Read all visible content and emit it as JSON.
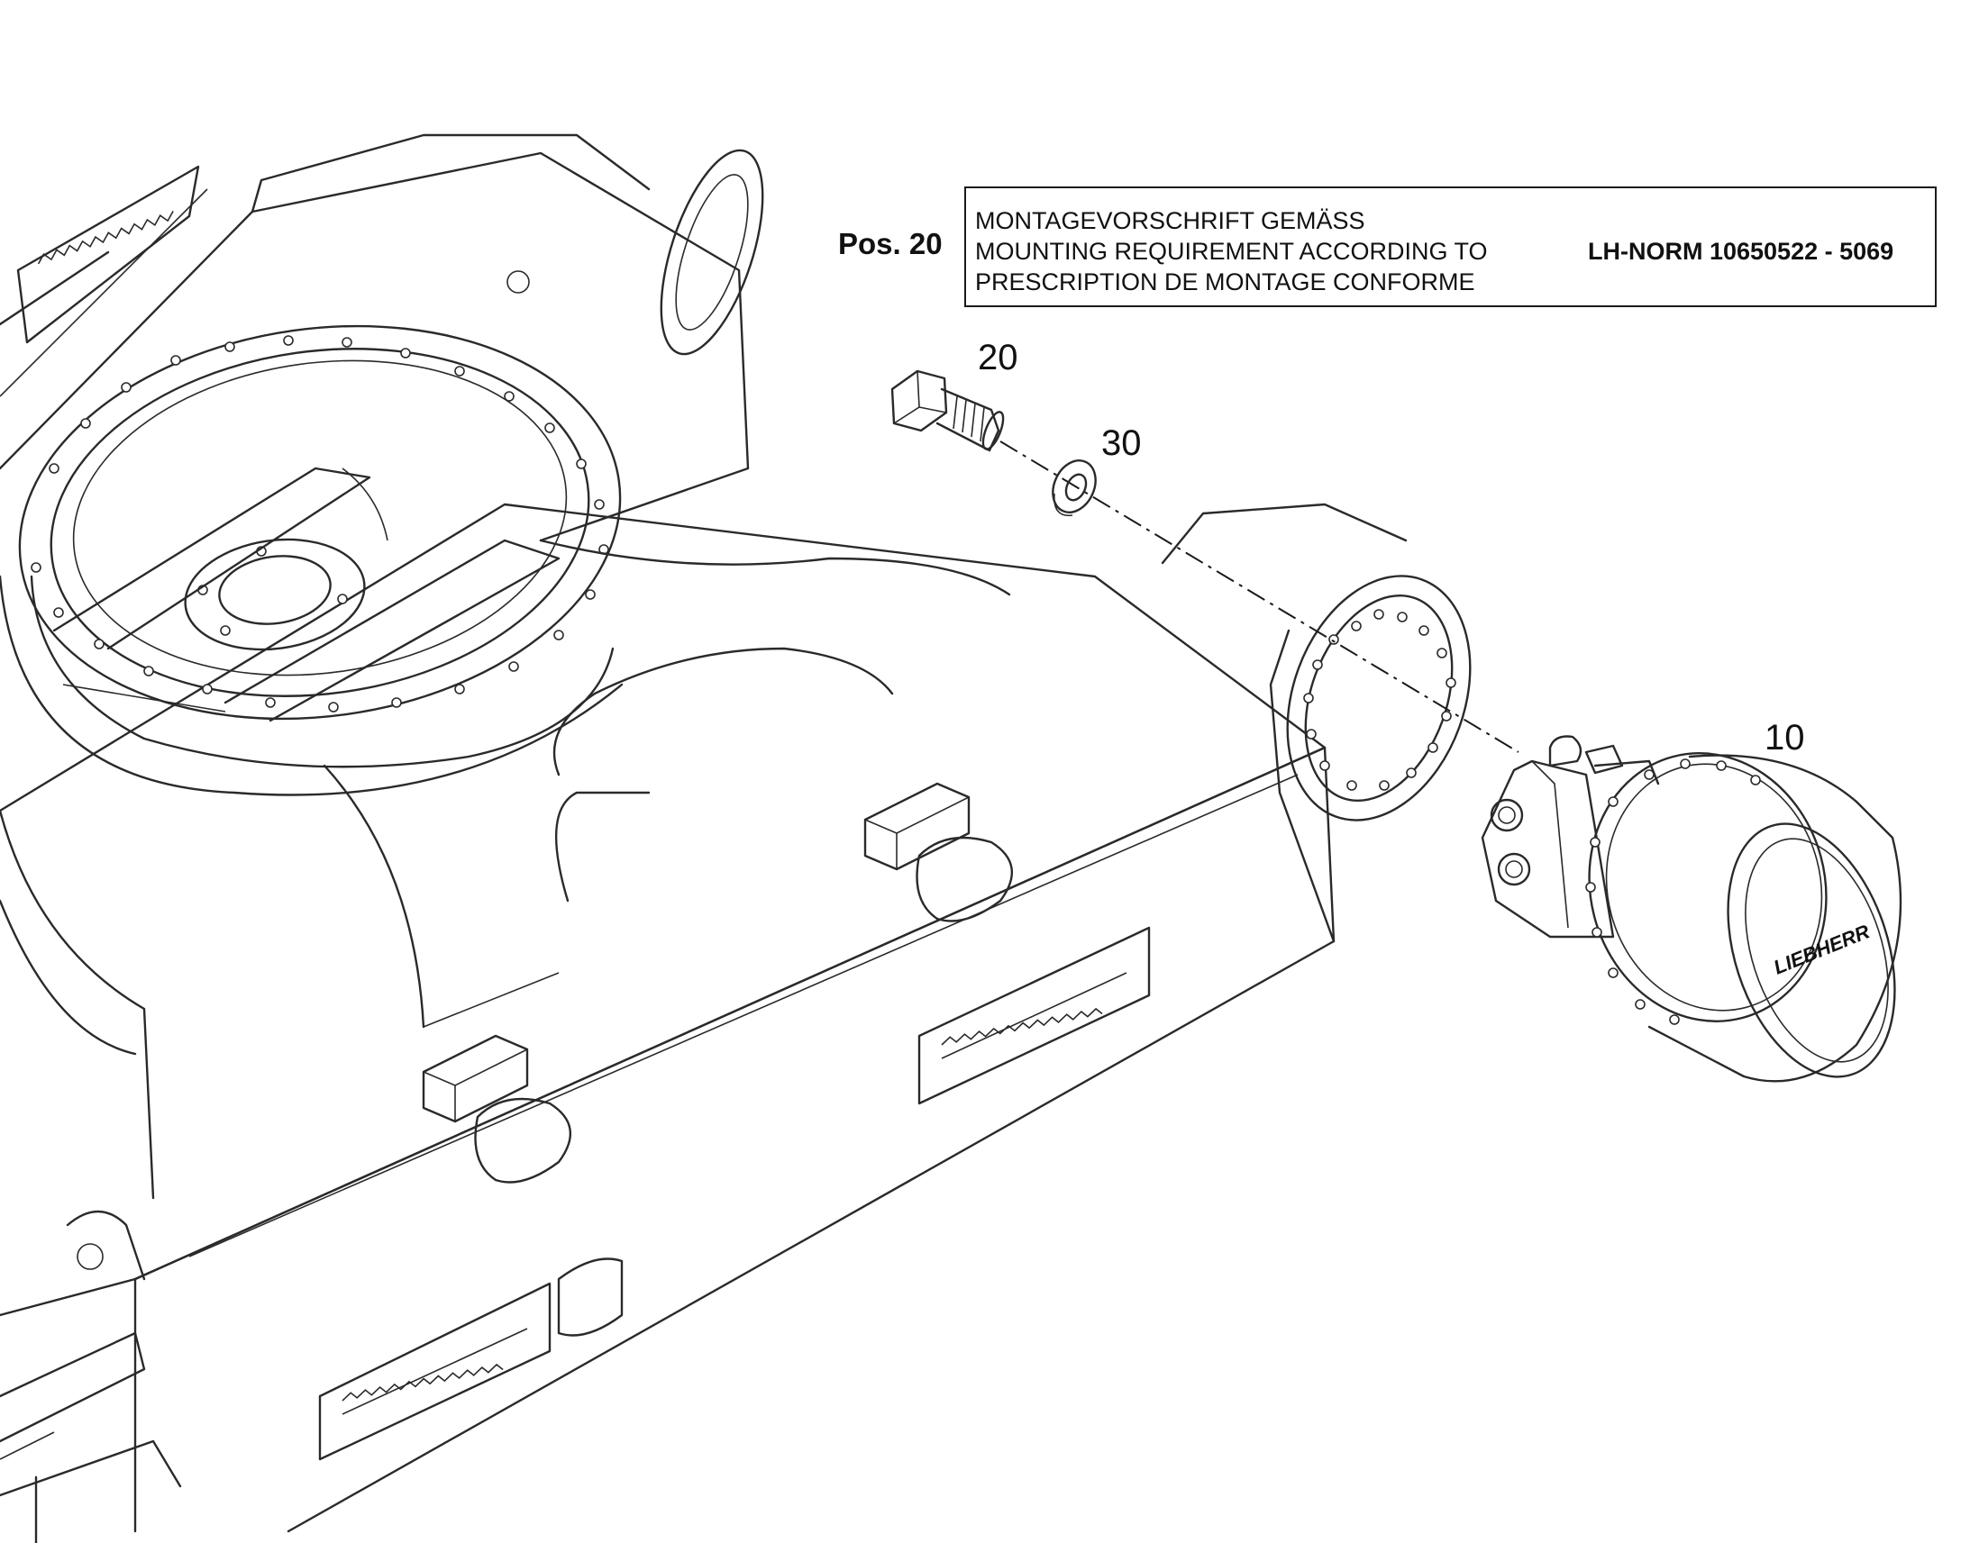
{
  "note_box": {
    "pos_label": "Pos. 20",
    "lines": [
      "MONTAGEVORSCHRIFT GEMÄSS",
      "MOUNTING REQUIREMENT ACCORDING TO",
      "PRESCRIPTION DE MONTAGE CONFORME"
    ],
    "norm": "LH-NORM 10650522 - 5069"
  },
  "callouts": {
    "bolt": "20",
    "washer": "30",
    "gearbox": "10"
  },
  "brand_text": "LIEBHERR"
}
